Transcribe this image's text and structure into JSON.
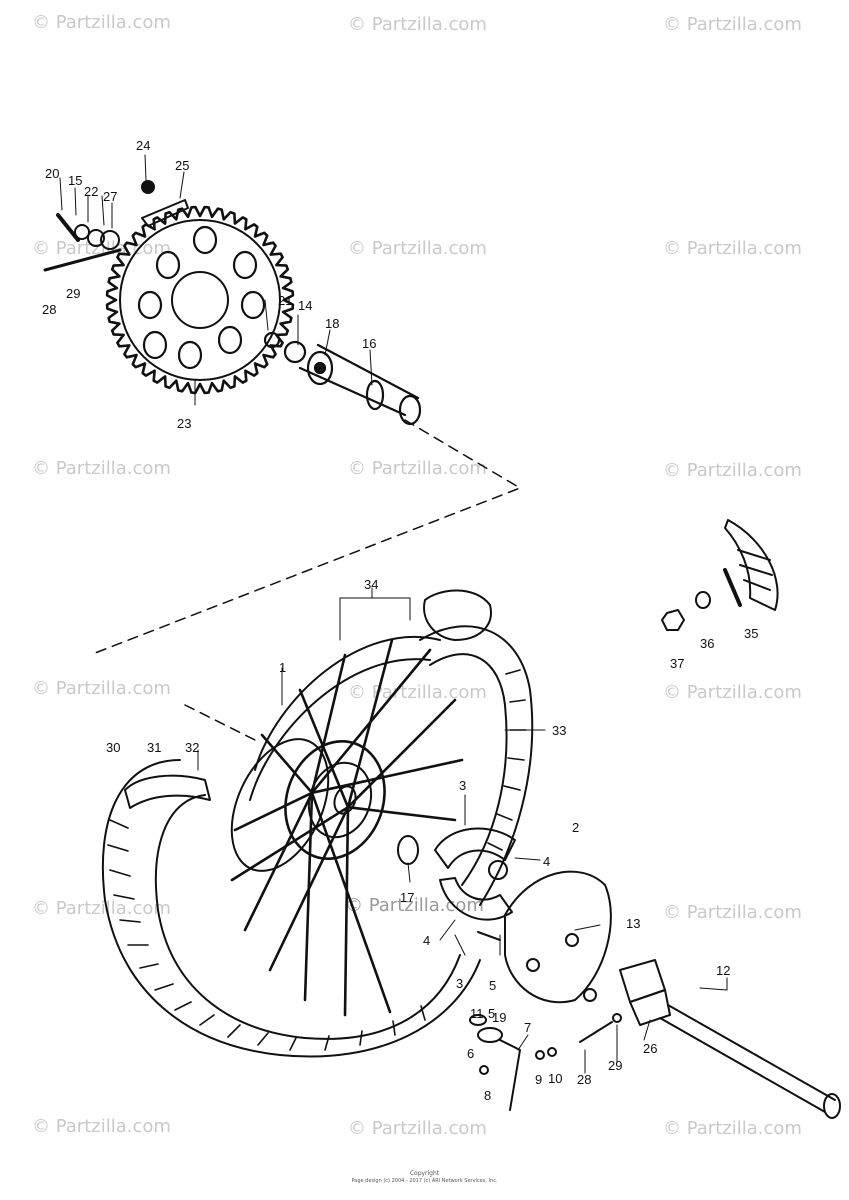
{
  "watermark": "© Partzilla.com",
  "center_watermark": "© Partzilla.com",
  "callouts": [
    "1",
    "2",
    "3",
    "4",
    "5",
    "6",
    "7",
    "8",
    "9",
    "10",
    "11",
    "12",
    "13",
    "14",
    "15",
    "16",
    "17",
    "18",
    "19",
    "20",
    "21",
    "22",
    "23",
    "24",
    "25",
    "26",
    "27",
    "28",
    "29",
    "30",
    "31",
    "32",
    "33",
    "34",
    "35",
    "36",
    "37"
  ],
  "footer": {
    "copyright": "Copyright",
    "design": "Page design (c) 2004 - 2017 (c) ARI Network Services, Inc."
  }
}
